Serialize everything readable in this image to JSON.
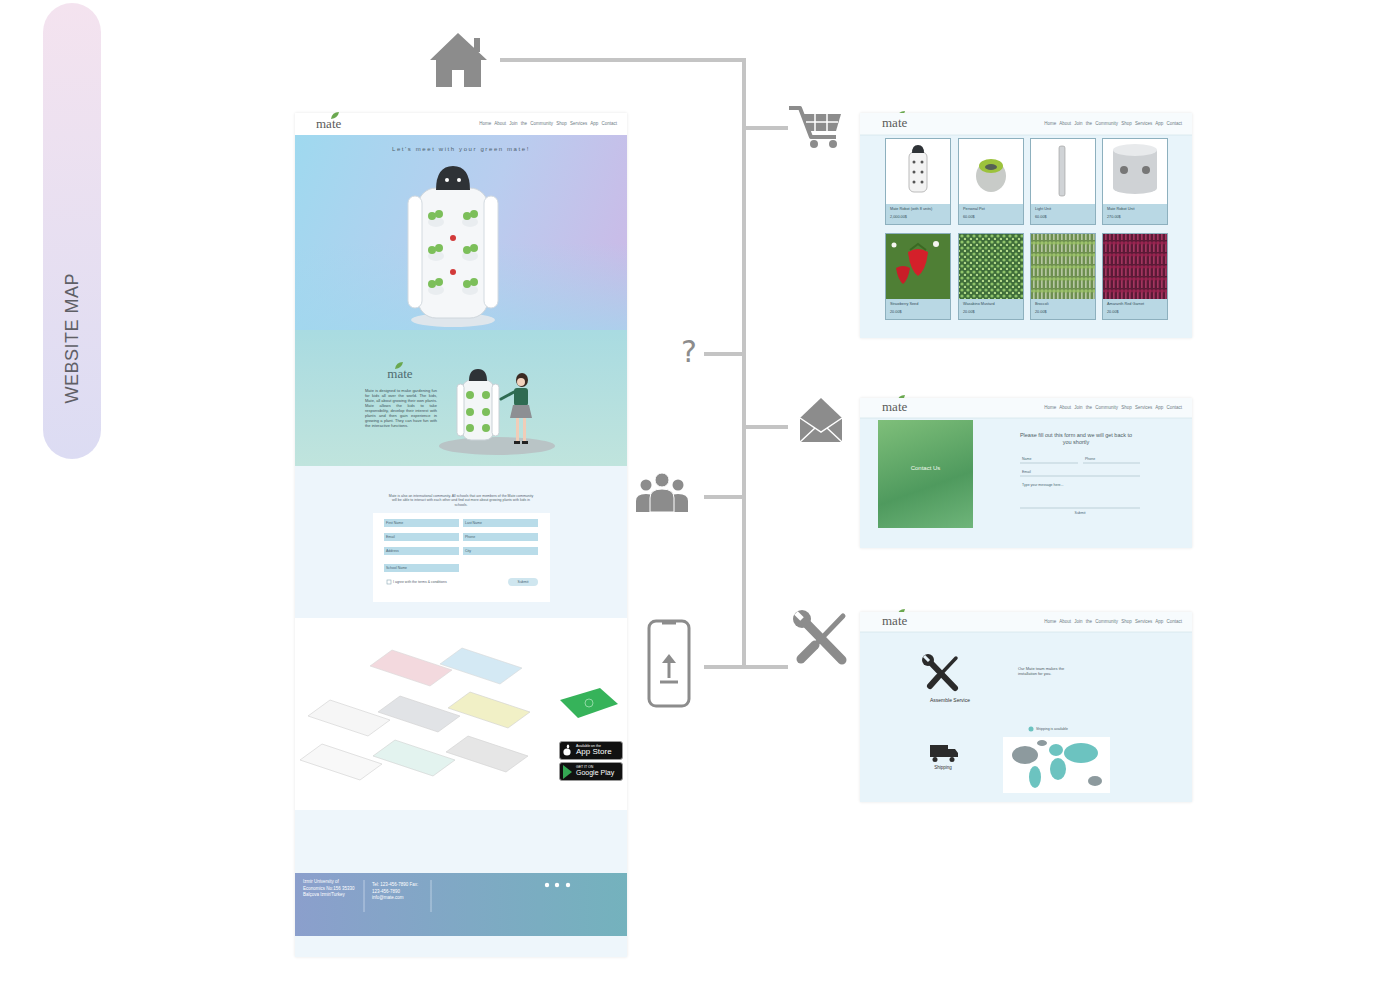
{
  "diagram": {
    "nodes": [
      {
        "text": [
          "WEBSITE MAP"
        ]
      },
      {
        "text": [
          "mate",
          "Home About Join the Community Shop Services App Contact"
        ]
      },
      {
        "text": [
          "Let's meet with your green mate!"
        ],
        "in": 1
      },
      {
        "text": [
          "mate",
          "Mate is designed to make gardening fun for kids all over the world. The kids, Mate, all about growing their own plants. Mate allows the kids to take responsibility, develop their interest with plants and then gain experience in growing a plant. They can have fun with the interactive functions."
        ],
        "in": 1
      },
      {
        "text": [
          "Mate is also an international community. All schools that are members of the Mate community will be able to interact with each other and find out more about growing plants with kids in schools."
        ],
        "in": 1
      },
      {
        "text": [
          "First Name",
          "Last Name",
          "Email",
          "Phone",
          "Address",
          "City",
          "School Name",
          "I agree with the terms & conditions",
          "Submit"
        ],
        "in": 4
      },
      {
        "text": [
          "Available on the",
          "App Store"
        ],
        "in": 1
      },
      {
        "text": [
          "GET IT ON",
          "Google Play"
        ],
        "in": 1
      },
      {
        "text": [
          "Izmir University of Economics No:156 35330 Balçova Izmir/Turkey",
          "Tel: 123-456-7890 Fax: 123-456-7890 info@mate.com"
        ],
        "in": 1
      },
      {
        "text": [
          "mate",
          "Home About Join the Community Shop Services App Contact"
        ]
      },
      {
        "text": [
          "Mate Robot (with 8 units)",
          "2,000.00$"
        ],
        "in": 9
      },
      {
        "text": [
          "Personal Pot",
          "60.00$"
        ],
        "in": 9
      },
      {
        "text": [
          "Light Unit",
          "60.00$"
        ],
        "in": 9
      },
      {
        "text": [
          "Mate Robot Unit",
          "270.00$"
        ],
        "in": 9
      },
      {
        "text": [
          "Strawberry Seed",
          "20.00$"
        ],
        "in": 9
      },
      {
        "text": [
          "Wasabino Mustard",
          "20.00$"
        ],
        "in": 9
      },
      {
        "text": [
          "Broccoli",
          "20.00$"
        ],
        "in": 9
      },
      {
        "text": [
          "Amaranth Red Garnet",
          "20.00$"
        ],
        "in": 9
      },
      {
        "text": [
          "mate",
          "Home About Join the Community Shop Services App Contact",
          "Please fill out this form and we will get back to you shortly",
          "Name",
          "Phone",
          "Email",
          "Type your message here...",
          "Submit"
        ]
      },
      {
        "text": [
          "Contact Us"
        ],
        "in": 18
      },
      {
        "text": [
          "mate",
          "Home About Join the Community Shop Services App Contact",
          "Assemble Service",
          "Our Mate team makes the installation for you.",
          "Shipping is available",
          "Shipping"
        ]
      }
    ],
    "labels": [
      "?"
    ]
  }
}
